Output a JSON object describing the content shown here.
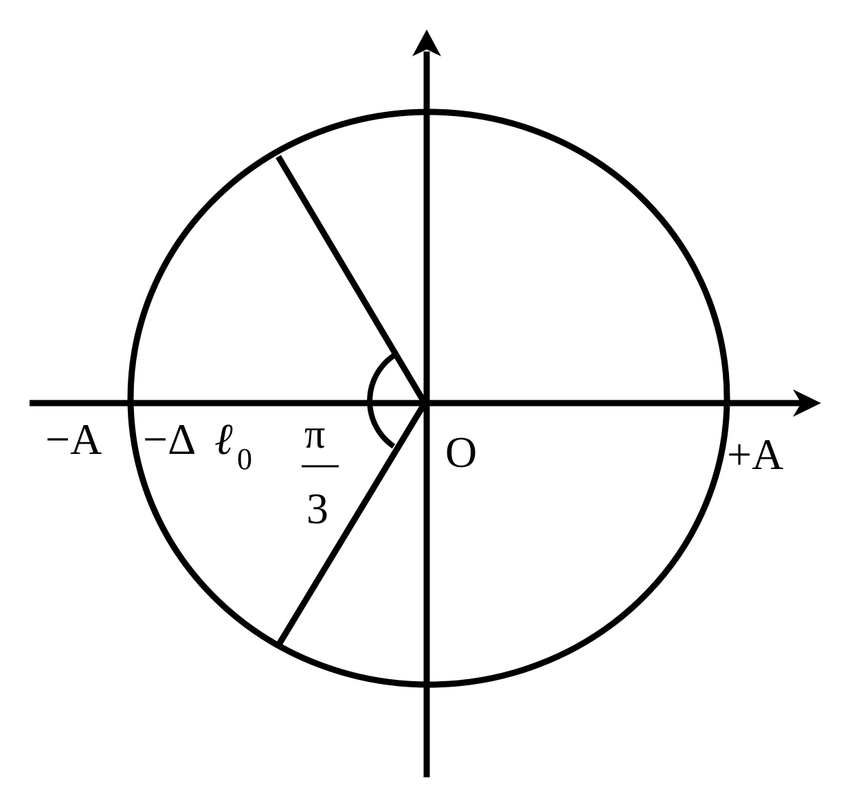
{
  "diagram": {
    "type": "phasor-circle",
    "stroke_color": "#000000",
    "background": "#ffffff",
    "labels": {
      "neg_amplitude": "−A",
      "neg_delta": "−Δ",
      "ell": "ℓ",
      "ell_sub": "0",
      "pi": "π",
      "denominator": "3",
      "origin": "O",
      "pos_amplitude": "+A"
    },
    "angle": "π/3"
  }
}
